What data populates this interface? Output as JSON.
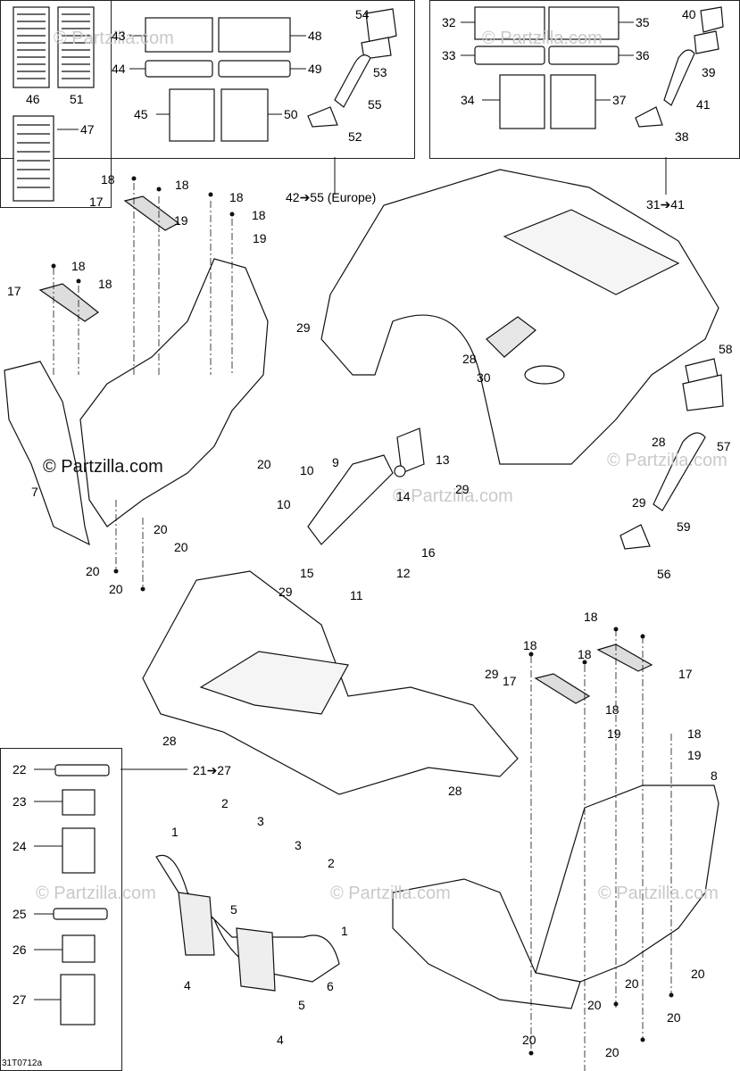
{
  "diagram": {
    "code": "31T0712a",
    "watermark": "© Partzilla.com",
    "group_labels": {
      "europe": "42➔55 (Europe)",
      "rear": "31➔41",
      "front": "21➔27"
    },
    "callouts": [
      "1",
      "2",
      "3",
      "4",
      "5",
      "6",
      "7",
      "8",
      "9",
      "10",
      "11",
      "12",
      "13",
      "14",
      "15",
      "16",
      "17",
      "18",
      "19",
      "20",
      "22",
      "23",
      "24",
      "25",
      "26",
      "27",
      "28",
      "29",
      "30",
      "32",
      "33",
      "34",
      "35",
      "36",
      "37",
      "38",
      "39",
      "40",
      "41",
      "43",
      "44",
      "45",
      "46",
      "47",
      "48",
      "49",
      "50",
      "51",
      "52",
      "53",
      "54",
      "55",
      "56",
      "57",
      "58",
      "59"
    ]
  },
  "labels": {
    "n1": "1",
    "n2": "2",
    "n3": "3",
    "n4": "4",
    "n5": "5",
    "n6": "6",
    "n7": "7",
    "n8": "8",
    "n9": "9",
    "n10": "10",
    "n11": "11",
    "n12": "12",
    "n13": "13",
    "n14": "14",
    "n15": "15",
    "n16": "16",
    "n17": "17",
    "n18": "18",
    "n19": "19",
    "n20": "20",
    "n22": "22",
    "n23": "23",
    "n24": "24",
    "n25": "25",
    "n26": "26",
    "n27": "27",
    "n28": "28",
    "n29": "29",
    "n30": "30",
    "n32": "32",
    "n33": "33",
    "n34": "34",
    "n35": "35",
    "n36": "36",
    "n37": "37",
    "n38": "38",
    "n39": "39",
    "n40": "40",
    "n41": "41",
    "n43": "43",
    "n44": "44",
    "n45": "45",
    "n46": "46",
    "n47": "47",
    "n48": "48",
    "n49": "49",
    "n50": "50",
    "n51": "51",
    "n52": "52",
    "n53": "53",
    "n54": "54",
    "n55": "55",
    "n56": "56",
    "n57": "57",
    "n58": "58",
    "n59": "59"
  },
  "colors": {
    "line": "#111111",
    "fill": "#ffffff",
    "shade": "#e6e6e6",
    "watermark": "#c9c9c9"
  }
}
